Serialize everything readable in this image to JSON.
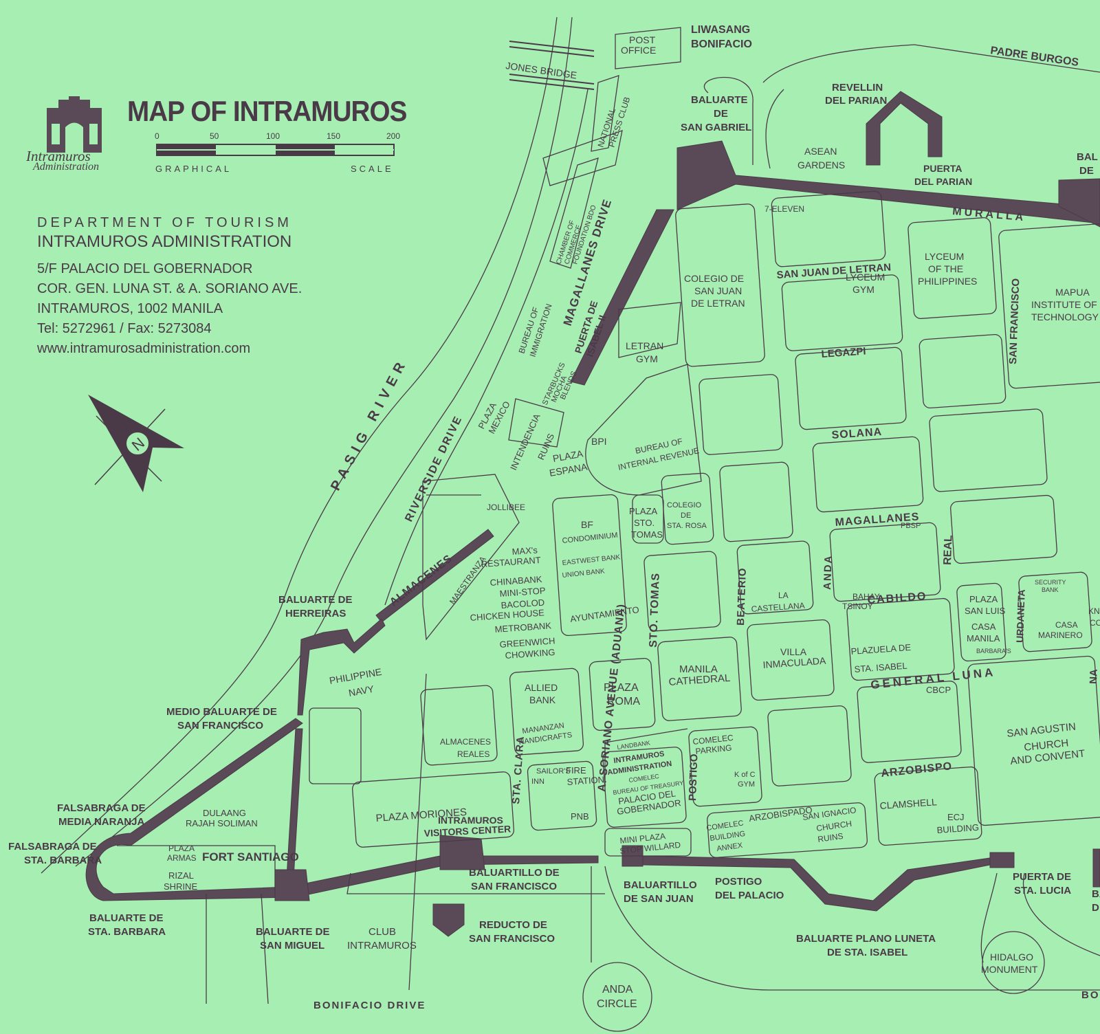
{
  "header": {
    "title": "MAP OF INTRAMUROS",
    "logo_line1": "Intramuros",
    "logo_line2": "Administration",
    "dept_line1": "DEPARTMENT OF TOURISM",
    "dept_line2": "INTRAMUROS ADMINISTRATION",
    "address": [
      "5/F PALACIO DEL GOBERNADOR",
      "COR. GEN. LUNA ST. & A. SORIANO AVE.",
      "INTRAMUROS, 1002 MANILA",
      "Tel:  5272961 / Fax:  5273084",
      "www.intramurosadministration.com"
    ]
  },
  "scale": {
    "ticks": [
      "0",
      "50",
      "100",
      "150",
      "200"
    ],
    "label_left": "GRAPHICAL",
    "label_right": "SCALE"
  },
  "compass": {
    "north_label": "N"
  },
  "colors": {
    "paper": "#a6eeb2",
    "ink": "#4a3a48",
    "wall": "#5a4a58"
  },
  "labels": {
    "jones_bridge": "JONES BRIDGE",
    "post_office": [
      "POST",
      "OFFICE"
    ],
    "liwasang_bonifacio": [
      "LIWASANG",
      "BONIFACIO"
    ],
    "padre_burgos": "PADRE BURGOS",
    "revellin": [
      "REVELLIN",
      "DEL PARIAN"
    ],
    "baluarte_san_gabriel": [
      "BALUARTE",
      "DE",
      "SAN GABRIEL"
    ],
    "bal_de": [
      "BAL",
      "DE"
    ],
    "asean_gardens": [
      "ASEAN",
      "GARDENS"
    ],
    "puerta_parian": [
      "PUERTA",
      "DEL PARIAN"
    ],
    "muralla": "MURALLA",
    "national_press_club": [
      "NATIONAL",
      "PRESS CLUB"
    ],
    "chamber": [
      "CHAMBER OF",
      "COMMERCE",
      "FOUNDATION BDO"
    ],
    "magallanes_drive": "MAGALLANES DRIVE",
    "seven_eleven": "7-ELEVEN",
    "colegio_letran": [
      "COLEGIO DE",
      "SAN JUAN",
      "DE LETRAN"
    ],
    "san_juan_de_letran": "SAN JUAN DE LETRAN",
    "lyceum_gym": [
      "LYCEUM",
      "GYM"
    ],
    "lyceum": [
      "LYCEUM",
      "OF THE",
      "PHILIPPINES"
    ],
    "san_francisco": "SAN FRANCISCO",
    "mapua": [
      "MAPUA",
      "INSTITUTE OF",
      "TECHNOLOGY"
    ],
    "pasig_river": "PASIG RIVER",
    "bureau_immigration": [
      "BUREAU OF",
      "IMMIGRATION"
    ],
    "puerta_isabel": [
      "PUERTA DE",
      "ISABEL II"
    ],
    "letran_gym": [
      "LETRAN",
      "GYM"
    ],
    "legazpi": "LEGAZPI",
    "riverside_drive": "RIVERSIDE DRIVE",
    "plaza_mexico": [
      "PLAZA",
      "MEXICO"
    ],
    "starbucks": [
      "STARBUCKS",
      "MOCHA",
      "BLENDS"
    ],
    "intendencia": [
      "INTENDENCIA",
      "RUINS"
    ],
    "bpi": "BPI",
    "bir": [
      "BUREAU OF",
      "INTERNAL REVENUE"
    ],
    "solana": "SOLANA",
    "plaza_espana": [
      "PLAZA",
      "ESPANA"
    ],
    "jollibee": "JOLLIBEE",
    "bf_condominium": [
      "BF",
      "CONDOMINIUM"
    ],
    "plaza_sto_tomas": [
      "PLAZA",
      "STO.",
      "TOMAS"
    ],
    "colegio_sta_rosa": [
      "COLEGIO",
      "DE",
      "STA. ROSA"
    ],
    "magallanes": "MAGALLANES",
    "pbsp": "PBSP",
    "real": "REAL",
    "almacenes": "ALMACENES",
    "maestranza": "MAESTRANZA",
    "restaurants": [
      "MAX's",
      "RESTAURANT",
      "CHINABANK",
      "MINI-STOP",
      "BACOLOD",
      "CHICKEN HOUSE",
      "METROBANK",
      "GREENWICH",
      "CHOWKING"
    ],
    "eastwest": "EASTWEST BANK",
    "union_bank": "UNION BANK",
    "ayuntamiento": "AYUNTAMIENTO",
    "sto_tomas": "STO. TOMAS",
    "beaterio": "BEATERIO",
    "la_castellana": [
      "LA",
      "CASTELLANA"
    ],
    "anda": "ANDA",
    "bahay_tsinoy": [
      "BAHAY",
      "TSINOY"
    ],
    "cabildo": "CABILDO",
    "plaza_san_luis": [
      "PLAZA",
      "SAN LUIS"
    ],
    "casa_manila": [
      "CASA",
      "MANILA"
    ],
    "barbaras": "BARBARA'S",
    "urdaneta": "URDANETA",
    "security_bank": [
      "SECURITY",
      "BANK"
    ],
    "casa_marinero": [
      "CASA",
      "MARINERO"
    ],
    "kn_co": [
      "KN",
      "CO"
    ],
    "baluarte_herreiras": [
      "BALUARTE DE",
      "HERREIRAS"
    ],
    "aduana": "A. SORIANO AVENUE (ADUANA)",
    "philippine_navy": [
      "PHILIPPINE",
      "NAVY"
    ],
    "allied_bank": [
      "ALLIED",
      "BANK"
    ],
    "plaza_roma": [
      "PLAZA",
      "ROMA"
    ],
    "manila_cathedral": [
      "MANILA",
      "CATHEDRAL"
    ],
    "villa_inmaculada": [
      "VILLA",
      "INMACULADA"
    ],
    "plazuela": [
      "PLAZUELA DE",
      "STA. ISABEL"
    ],
    "general_luna": "GENERAL LUNA",
    "na": "NA",
    "cbcp": "CBCP",
    "san_agustin": [
      "SAN AGUSTIN",
      "CHURCH",
      "AND CONVENT"
    ],
    "medio_baluarte": [
      "MEDIO BALUARTE DE",
      "SAN FRANCISCO"
    ],
    "almacenes_reales": [
      "ALMACENES",
      "REALES"
    ],
    "mananzan": [
      "MANANZAN",
      "HANDICRAFTS"
    ],
    "sta_clara": "STA. CLARA",
    "sailors_inn": [
      "SAILOR'S",
      "INN"
    ],
    "fire_station": [
      "FIRE",
      "STATION"
    ],
    "landbank": "LANDBANK",
    "intramuros_admin": [
      "INTRAMUROS",
      "ADMINISTRATION"
    ],
    "comelec": "COMELEC",
    "bureau_treasury": "BUREAU OF TREASURY",
    "palacio": [
      "PALACIO DEL",
      "GOBERNADOR"
    ],
    "postigo": "POSTIGO",
    "comelec_parking": [
      "COMELEC",
      "PARKING"
    ],
    "kofc": [
      "K of C",
      "GYM"
    ],
    "arzobispo": "ARZOBISPO",
    "clamshell": "CLAMSHELL",
    "ecj": [
      "ECJ",
      "BUILDING"
    ],
    "pnb": "PNB",
    "plaza_moriones": "PLAZA MORIONES",
    "visitors_center": [
      "INTRAMUROS",
      "VISITORS CENTER"
    ],
    "falsabraga_naranja": [
      "FALSABRAGA DE",
      "MEDIA NARANJA"
    ],
    "dulaang": [
      "DULAANG",
      "RAJAH SOLIMAN"
    ],
    "fort_santiago": "FORT SANTIAGO",
    "falsabraga_barbara": [
      "FALSABRAGA DE",
      "STA. BARBARA"
    ],
    "plaza_armas": [
      "PLAZA",
      "ARMAS"
    ],
    "rizal_shrine": [
      "RIZAL",
      "SHRINE"
    ],
    "comelec_annex": [
      "COMELEC",
      "BUILDING",
      "ANNEX"
    ],
    "arzobispado": "ARZOBISPADO",
    "san_ignacio": [
      "SAN IGNACIO",
      "CHURCH",
      "RUINS"
    ],
    "ministop_willard": [
      "MINI  PLAZA",
      "STOP  WILLARD"
    ],
    "baluartillo_sf": [
      "BALUARTILLO DE",
      "SAN FRANCISCO"
    ],
    "baluartillo_sj": [
      "BALUARTILLO",
      "DE SAN JUAN"
    ],
    "postigo_palacio": [
      "POSTIGO",
      "DEL PALACIO"
    ],
    "puerta_lucia": [
      "PUERTA DE",
      "STA. LUCIA"
    ],
    "ba_d": [
      "BA",
      "D"
    ],
    "baluarte_barbara": [
      "BALUARTE DE",
      "STA. BARBARA"
    ],
    "baluarte_miguel": [
      "BALUARTE DE",
      "SAN MIGUEL"
    ],
    "club_intramuros": [
      "CLUB",
      "INTRAMUROS"
    ],
    "reducto": [
      "REDUCTO DE",
      "SAN FRANCISCO"
    ],
    "baluarte_isabel": [
      "BALUARTE PLANO LUNETA",
      "DE STA. ISABEL"
    ],
    "hidalgo": [
      "HIDALGO",
      "MONUMENT"
    ],
    "anda_circle": [
      "ANDA",
      "CIRCLE"
    ],
    "bonifacio_drive": "BONIFACIO DRIVE",
    "bo": "BO"
  }
}
